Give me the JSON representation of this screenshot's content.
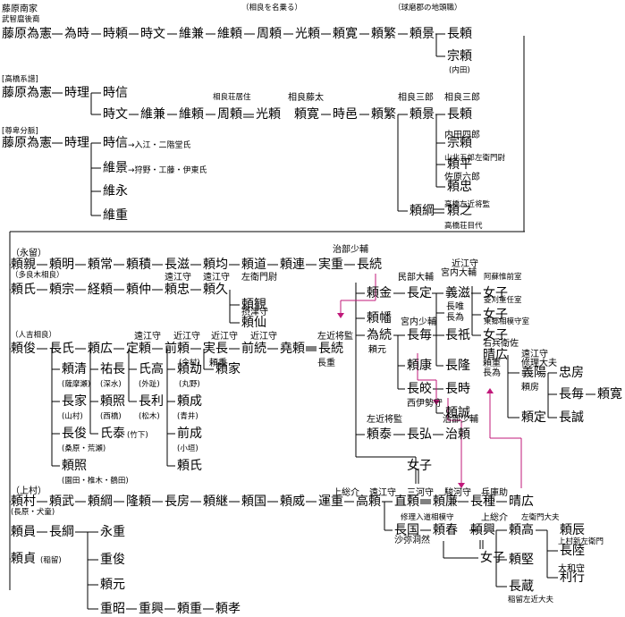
{
  "nodes": [
    {
      "id": "p1",
      "text": "藤原南家",
      "type": "small"
    },
    {
      "id": "p2",
      "text": "武智麿後裔",
      "type": "small"
    },
    {
      "id": "p3",
      "text": "（相良を名乗る）",
      "type": "small"
    },
    {
      "id": "p4",
      "text": "（球磨郡の地頭職）",
      "type": "small"
    },
    {
      "id": "a1",
      "text": "藤原為憲",
      "type": "name"
    },
    {
      "id": "a2",
      "text": "為時",
      "type": "name"
    },
    {
      "id": "a3",
      "text": "時頼",
      "type": "name"
    },
    {
      "id": "a4",
      "text": "時文",
      "type": "name"
    },
    {
      "id": "a5",
      "text": "維兼",
      "type": "name"
    },
    {
      "id": "a6",
      "text": "維頼",
      "type": "name"
    },
    {
      "id": "a7",
      "text": "周頼",
      "type": "name"
    },
    {
      "id": "a8",
      "text": "光頼",
      "type": "name"
    },
    {
      "id": "a9",
      "text": "頼寛",
      "type": "name"
    },
    {
      "id": "a10",
      "text": "頼繁",
      "type": "name"
    },
    {
      "id": "a11",
      "text": "頼景",
      "type": "name"
    },
    {
      "id": "a12",
      "text": "長頼",
      "type": "name"
    },
    {
      "id": "a13",
      "text": "宗頼",
      "type": "name"
    },
    {
      "id": "a13n",
      "text": "(内田)",
      "type": "small"
    },
    {
      "id": "b0",
      "text": "[高橋系譜]",
      "type": "small"
    },
    {
      "id": "b1",
      "text": "藤原為憲",
      "type": "name"
    },
    {
      "id": "b2",
      "text": "時理",
      "type": "name"
    },
    {
      "id": "b3",
      "text": "時信",
      "type": "name"
    },
    {
      "id": "b4",
      "text": "時文",
      "type": "name"
    },
    {
      "id": "b5",
      "text": "維兼",
      "type": "name"
    },
    {
      "id": "b6",
      "text": "維頼",
      "type": "name"
    },
    {
      "id": "b7",
      "text": "周頼",
      "type": "name"
    },
    {
      "id": "b8",
      "text": "光頼",
      "type": "name"
    },
    {
      "id": "b9",
      "text": "頼寛",
      "type": "name"
    },
    {
      "id": "b10",
      "text": "時邑",
      "type": "name"
    },
    {
      "id": "b11",
      "text": "頼繁",
      "type": "name"
    },
    {
      "id": "b12",
      "text": "頼景",
      "type": "name"
    },
    {
      "id": "b13",
      "text": "長頼",
      "type": "name"
    },
    {
      "id": "b7n",
      "text": "相良荘居住",
      "type": "small"
    },
    {
      "id": "b9n",
      "text": "相良藤太",
      "type": "small"
    },
    {
      "id": "b12n",
      "text": "相良三郎",
      "type": "small"
    },
    {
      "id": "b13n",
      "text": "相良三郎",
      "type": "small"
    },
    {
      "id": "c0",
      "text": "[尊卑分脈]",
      "type": "small"
    },
    {
      "id": "c1",
      "text": "藤原為憲",
      "type": "name"
    },
    {
      "id": "c2",
      "text": "時理",
      "type": "name"
    },
    {
      "id": "c3",
      "text": "時信",
      "type": "name"
    },
    {
      "id": "c3a",
      "text": "→入江・二階堂氏",
      "type": "annot"
    },
    {
      "id": "c4",
      "text": "維景",
      "type": "name"
    },
    {
      "id": "c4a",
      "text": "→狩野・工藤・伊東氏",
      "type": "annot"
    },
    {
      "id": "c5",
      "text": "維永",
      "type": "name"
    },
    {
      "id": "c6",
      "text": "維重",
      "type": "name"
    },
    {
      "id": "c7",
      "text": "頼綱",
      "type": "name"
    },
    {
      "id": "c8",
      "text": "頼之",
      "type": "name"
    },
    {
      "id": "c8n",
      "text": "高橋荘目代",
      "type": "small"
    },
    {
      "id": "c9",
      "text": "宗頼",
      "type": "name"
    },
    {
      "id": "c9n",
      "text": "内田四郎",
      "type": "small"
    },
    {
      "id": "c10",
      "text": "頼平",
      "type": "name"
    },
    {
      "id": "c10n",
      "text": "山北五郎左衛門尉",
      "type": "small"
    },
    {
      "id": "c11",
      "text": "頼忠",
      "type": "name"
    },
    {
      "id": "c11n",
      "text": "佐原六郎",
      "type": "small"
    },
    {
      "id": "c8nn",
      "text": "高橋左近将監",
      "type": "small"
    },
    {
      "id": "d0",
      "text": "（永留）",
      "type": "small"
    },
    {
      "id": "d1",
      "text": "頼親",
      "type": "name"
    },
    {
      "id": "d2",
      "text": "頼明",
      "type": "name"
    },
    {
      "id": "d3",
      "text": "頼常",
      "type": "name"
    },
    {
      "id": "d4",
      "text": "頼積",
      "type": "name"
    },
    {
      "id": "d5",
      "text": "長滋",
      "type": "name"
    },
    {
      "id": "d6",
      "text": "頼均",
      "type": "name"
    },
    {
      "id": "d7",
      "text": "頼道",
      "type": "name"
    },
    {
      "id": "d8",
      "text": "頼連",
      "type": "name"
    },
    {
      "id": "d9",
      "text": "実重",
      "type": "name"
    },
    {
      "id": "d10",
      "text": "長続",
      "type": "name"
    },
    {
      "id": "d10n",
      "text": "治部少輔",
      "type": "small"
    },
    {
      "id": "e0",
      "text": "（多良木相良）",
      "type": "small"
    },
    {
      "id": "e1",
      "text": "頼氏",
      "type": "name"
    },
    {
      "id": "e2",
      "text": "頼宗",
      "type": "name"
    },
    {
      "id": "e3",
      "text": "経頼",
      "type": "name"
    },
    {
      "id": "e4",
      "text": "頼仲",
      "type": "name"
    },
    {
      "id": "e5",
      "text": "頼忠",
      "type": "name"
    },
    {
      "id": "e6",
      "text": "頼久",
      "type": "name"
    },
    {
      "id": "e7",
      "text": "頼観",
      "type": "name"
    },
    {
      "id": "e8",
      "text": "頼仙",
      "type": "name"
    },
    {
      "id": "e5n",
      "text": "遠江守",
      "type": "small"
    },
    {
      "id": "e6n",
      "text": "遠江守",
      "type": "small"
    },
    {
      "id": "e7n",
      "text": "左衛門尉",
      "type": "small"
    },
    {
      "id": "e8n",
      "text": "摂津守",
      "type": "small"
    },
    {
      "id": "f0",
      "text": "（人吉相良）",
      "type": "small"
    },
    {
      "id": "f1",
      "text": "頼俊",
      "type": "name"
    },
    {
      "id": "f2",
      "text": "長氏",
      "type": "name"
    },
    {
      "id": "f3",
      "text": "頼広",
      "type": "name"
    },
    {
      "id": "f4",
      "text": "定頼",
      "type": "name"
    },
    {
      "id": "f5",
      "text": "前頼",
      "type": "name"
    },
    {
      "id": "f6",
      "text": "実長",
      "type": "name"
    },
    {
      "id": "f7",
      "text": "前続",
      "type": "name"
    },
    {
      "id": "f8",
      "text": "堯頼",
      "type": "name"
    },
    {
      "id": "f9",
      "text": "長続",
      "type": "name"
    },
    {
      "id": "f4n",
      "text": "遠江守",
      "type": "small"
    },
    {
      "id": "f5n",
      "text": "近江守",
      "type": "small"
    },
    {
      "id": "f6n",
      "text": "近江守",
      "type": "small"
    },
    {
      "id": "f7n",
      "text": "近江守",
      "type": "small"
    },
    {
      "id": "f9n",
      "text": "左近将監",
      "type": "small"
    },
    {
      "id": "f9nn",
      "text": "長重",
      "type": "small"
    },
    {
      "id": "f6nn",
      "text": "頼重",
      "type": "small"
    },
    {
      "id": "f10",
      "text": "頼清",
      "type": "name"
    },
    {
      "id": "f10n",
      "text": "(薩摩瀬)",
      "type": "small"
    },
    {
      "id": "f11",
      "text": "長家",
      "type": "name"
    },
    {
      "id": "f11n",
      "text": "(山村)",
      "type": "small"
    },
    {
      "id": "f12",
      "text": "長俊",
      "type": "name"
    },
    {
      "id": "f12n",
      "text": "(桑原・荒瀬)",
      "type": "small"
    },
    {
      "id": "f13",
      "text": "頼照",
      "type": "name"
    },
    {
      "id": "f13n",
      "text": "(園田・椎木・鶴田)",
      "type": "small"
    },
    {
      "id": "f14",
      "text": "祐長",
      "type": "name"
    },
    {
      "id": "f14n",
      "text": "(深水)",
      "type": "small"
    },
    {
      "id": "f15",
      "text": "頼照",
      "type": "name"
    },
    {
      "id": "f15n",
      "text": "(西橋)",
      "type": "small"
    },
    {
      "id": "f16",
      "text": "氏泰",
      "type": "name"
    },
    {
      "id": "f16n",
      "text": "(竹下)",
      "type": "small"
    },
    {
      "id": "f17",
      "text": "氏高",
      "type": "name"
    },
    {
      "id": "f17n",
      "text": "(外趾)",
      "type": "small"
    },
    {
      "id": "f18",
      "text": "長利",
      "type": "name"
    },
    {
      "id": "f18n",
      "text": "(松木)",
      "type": "small"
    },
    {
      "id": "f19",
      "text": "頼劫",
      "type": "name"
    },
    {
      "id": "f19n",
      "text": "(今村)",
      "type": "small"
    },
    {
      "id": "f19nn",
      "text": "(丸野)",
      "type": "small"
    },
    {
      "id": "f20",
      "text": "頼成",
      "type": "name"
    },
    {
      "id": "f20n",
      "text": "(青井)",
      "type": "small"
    },
    {
      "id": "f21",
      "text": "前成",
      "type": "name"
    },
    {
      "id": "f21n",
      "text": "(小垣)",
      "type": "small"
    },
    {
      "id": "f22",
      "text": "頼氏",
      "type": "name"
    },
    {
      "id": "f23",
      "text": "頼家",
      "type": "name"
    },
    {
      "id": "g1",
      "text": "頼金",
      "type": "name"
    },
    {
      "id": "g2",
      "text": "長定",
      "type": "name"
    },
    {
      "id": "g2n",
      "text": "民部大輔",
      "type": "small"
    },
    {
      "id": "g3",
      "text": "義滋",
      "type": "name"
    },
    {
      "id": "g3n",
      "text": "近江守",
      "type": "small"
    },
    {
      "id": "g3nn",
      "text": "宮内大輔",
      "type": "small"
    },
    {
      "id": "g4",
      "text": "女子",
      "type": "name"
    },
    {
      "id": "g4n",
      "text": "阿蘇惟前室",
      "type": "small"
    },
    {
      "id": "g5",
      "text": "頼幡",
      "type": "name"
    },
    {
      "id": "g6",
      "text": "長唯",
      "type": "small"
    },
    {
      "id": "g6n",
      "text": "長為",
      "type": "small"
    },
    {
      "id": "g7",
      "text": "女子",
      "type": "name"
    },
    {
      "id": "g7n",
      "text": "菱刈重任室",
      "type": "small"
    },
    {
      "id": "g8",
      "text": "女子",
      "type": "name"
    },
    {
      "id": "g8n",
      "text": "東郷相模守室",
      "type": "small"
    },
    {
      "id": "g9",
      "text": "為続",
      "type": "name"
    },
    {
      "id": "g9n",
      "text": "頼元",
      "type": "small"
    },
    {
      "id": "g10",
      "text": "長毎",
      "type": "name"
    },
    {
      "id": "g10n",
      "text": "宮内少輔",
      "type": "small"
    },
    {
      "id": "g11",
      "text": "長祇",
      "type": "name"
    },
    {
      "id": "g12",
      "text": "晴広",
      "type": "name"
    },
    {
      "id": "g12n",
      "text": "右兵衛佐",
      "type": "small"
    },
    {
      "id": "g12nn",
      "text": "頼重",
      "type": "small"
    },
    {
      "id": "g12nnn",
      "text": "長為",
      "type": "small"
    },
    {
      "id": "g13",
      "text": "義陽",
      "type": "name"
    },
    {
      "id": "g13n",
      "text": "遠江守",
      "type": "small"
    },
    {
      "id": "g13nn",
      "text": "修理大夫",
      "type": "small"
    },
    {
      "id": "g13nnn",
      "text": "頼房",
      "type": "small"
    },
    {
      "id": "g14",
      "text": "忠房",
      "type": "name"
    },
    {
      "id": "g15",
      "text": "長毎",
      "type": "name"
    },
    {
      "id": "g16",
      "text": "頼寛",
      "type": "name"
    },
    {
      "id": "g17",
      "text": "頼康",
      "type": "name"
    },
    {
      "id": "g18",
      "text": "長隆",
      "type": "name"
    },
    {
      "id": "g19",
      "text": "長皎",
      "type": "name"
    },
    {
      "id": "g19n",
      "text": "西伊勢守",
      "type": "small"
    },
    {
      "id": "g20",
      "text": "長時",
      "type": "name"
    },
    {
      "id": "g21",
      "text": "頼誠",
      "type": "name"
    },
    {
      "id": "g22",
      "text": "頼定",
      "type": "name"
    },
    {
      "id": "g23",
      "text": "長誠",
      "type": "name"
    },
    {
      "id": "g24",
      "text": "頼泰",
      "type": "name"
    },
    {
      "id": "g24n",
      "text": "左近将監",
      "type": "small"
    },
    {
      "id": "g25",
      "text": "長弘",
      "type": "name"
    },
    {
      "id": "g26",
      "text": "治頼",
      "type": "name"
    },
    {
      "id": "g26n",
      "text": "治部少輔",
      "type": "small"
    },
    {
      "id": "g27",
      "text": "女子",
      "type": "name"
    },
    {
      "id": "h0",
      "text": "（上村）",
      "type": "small"
    },
    {
      "id": "h1",
      "text": "頼村",
      "type": "name"
    },
    {
      "id": "h2",
      "text": "頼武",
      "type": "name"
    },
    {
      "id": "h3",
      "text": "頼綱",
      "type": "name"
    },
    {
      "id": "h4",
      "text": "隆頼",
      "type": "name"
    },
    {
      "id": "h5",
      "text": "長房",
      "type": "name"
    },
    {
      "id": "h6",
      "text": "頼継",
      "type": "name"
    },
    {
      "id": "h7",
      "text": "頼国",
      "type": "name"
    },
    {
      "id": "h8",
      "text": "頼威",
      "type": "name"
    },
    {
      "id": "h9",
      "text": "運重",
      "type": "name"
    },
    {
      "id": "h9n",
      "text": "上総介",
      "type": "small"
    },
    {
      "id": "h10",
      "text": "高頼",
      "type": "name"
    },
    {
      "id": "h10n",
      "text": "遠江守",
      "type": "small"
    },
    {
      "id": "h11",
      "text": "直頼",
      "type": "name"
    },
    {
      "id": "h11n",
      "text": "三河守",
      "type": "small"
    },
    {
      "id": "h12",
      "text": "頼廉",
      "type": "name"
    },
    {
      "id": "h12n",
      "text": "駿河守",
      "type": "small"
    },
    {
      "id": "h13",
      "text": "長種",
      "type": "name"
    },
    {
      "id": "h13n",
      "text": "兵庫助",
      "type": "small"
    },
    {
      "id": "h14",
      "text": "晴広",
      "type": "name"
    },
    {
      "id": "h15",
      "text": "長国",
      "type": "name"
    },
    {
      "id": "h15n",
      "text": "修理入道相模守",
      "type": "small"
    },
    {
      "id": "h15nn",
      "text": "沙弥洞然",
      "type": "small"
    },
    {
      "id": "h16",
      "text": "頼春",
      "type": "name"
    },
    {
      "id": "h17",
      "text": "頼興",
      "type": "name"
    },
    {
      "id": "h17n",
      "text": "上総介",
      "type": "small"
    },
    {
      "id": "h18",
      "text": "女子",
      "type": "name"
    },
    {
      "id": "h19",
      "text": "頼高",
      "type": "name"
    },
    {
      "id": "h19n",
      "text": "左衛門大夫",
      "type": "small"
    },
    {
      "id": "h20",
      "text": "頼辰",
      "type": "name"
    },
    {
      "id": "h21",
      "text": "頼堅",
      "type": "name"
    },
    {
      "id": "h22",
      "text": "長陸",
      "type": "name"
    },
    {
      "id": "h22n",
      "text": "上村新左衛門",
      "type": "small"
    },
    {
      "id": "h23",
      "text": "利行",
      "type": "name"
    },
    {
      "id": "h23n",
      "text": "大和守",
      "type": "small"
    },
    {
      "id": "h24",
      "text": "長蔵",
      "type": "name"
    },
    {
      "id": "h24n",
      "text": "稲留左近大夫",
      "type": "small"
    },
    {
      "id": "i0",
      "text": "(長原・犬童)",
      "type": "small"
    },
    {
      "id": "i1",
      "text": "頼員",
      "type": "name"
    },
    {
      "id": "i2",
      "text": "長綱",
      "type": "name"
    },
    {
      "id": "i3",
      "text": "頼貞",
      "type": "name"
    },
    {
      "id": "i3n",
      "text": "(稲留)",
      "type": "small"
    },
    {
      "id": "i4",
      "text": "永重",
      "type": "name"
    },
    {
      "id": "i5",
      "text": "重俊",
      "type": "name"
    },
    {
      "id": "i6",
      "text": "頼元",
      "type": "name"
    },
    {
      "id": "i7",
      "text": "重昭",
      "type": "name"
    },
    {
      "id": "i8",
      "text": "重興",
      "type": "name"
    },
    {
      "id": "i9",
      "text": "頼重",
      "type": "name"
    },
    {
      "id": "i10",
      "text": "頼孝",
      "type": "name"
    }
  ]
}
